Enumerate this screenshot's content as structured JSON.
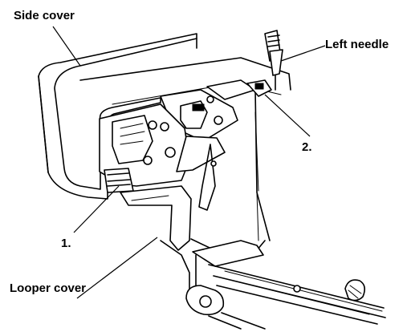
{
  "labels": {
    "side_cover": "Side cover",
    "left_needle": "Left needle",
    "part_1": "1.",
    "part_2": "2.",
    "looper_cover": "Looper cover"
  },
  "colors": {
    "line": "#000000",
    "background": "#ffffff"
  }
}
